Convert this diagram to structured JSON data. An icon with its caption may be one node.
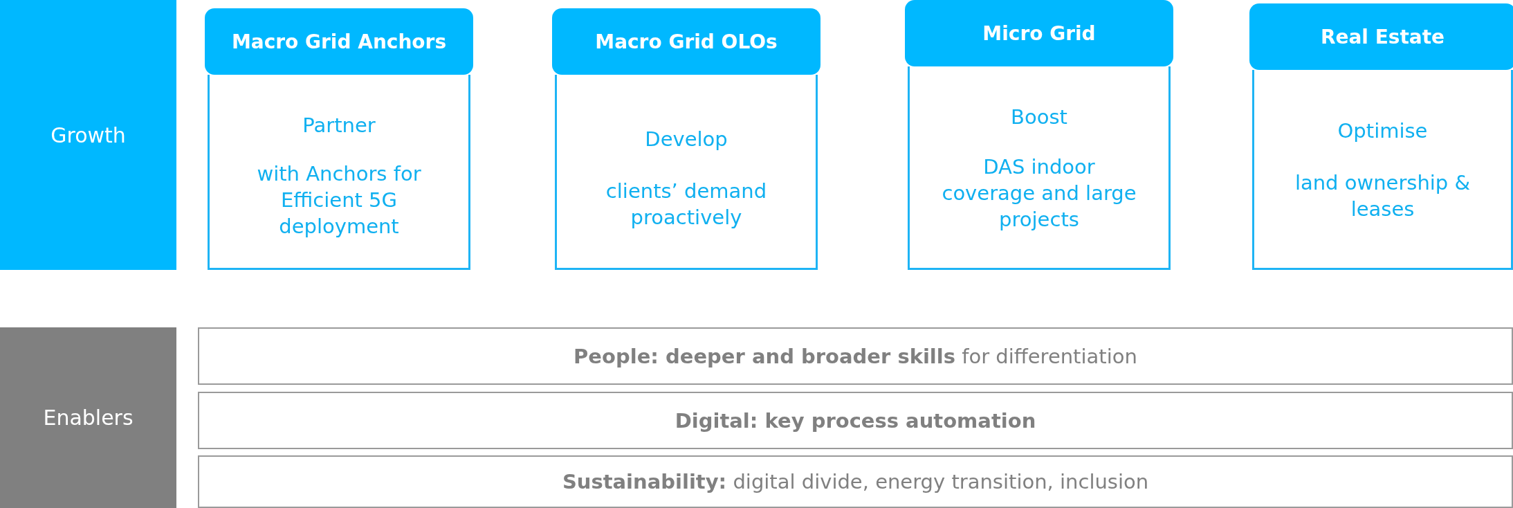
{
  "diagram": {
    "nodes": [
      {
        "text": [
          "Growth"
        ]
      },
      {
        "text": [
          "Macro Grid Anchors",
          "Partner",
          "with Anchors for Efficient 5G deployment"
        ]
      },
      {
        "text": [
          "Macro Grid OLOs",
          "Develop",
          "clients’ demand proactively"
        ]
      },
      {
        "text": [
          "Micro Grid",
          "Boost",
          "DAS indoor coverage and large projects"
        ]
      },
      {
        "text": [
          "Real Estate",
          "Optimise",
          "land ownership & leases"
        ]
      },
      {
        "text": [
          "Enablers"
        ]
      },
      {
        "text": [
          "**People: deeper and broader skills** for differentiation"
        ]
      },
      {
        "text": [
          "Digital: key process automation"
        ]
      },
      {
        "text": [
          "**Sustainability:** digital divide, energy transition, inclusion"
        ]
      }
    ],
    "edges": []
  }
}
